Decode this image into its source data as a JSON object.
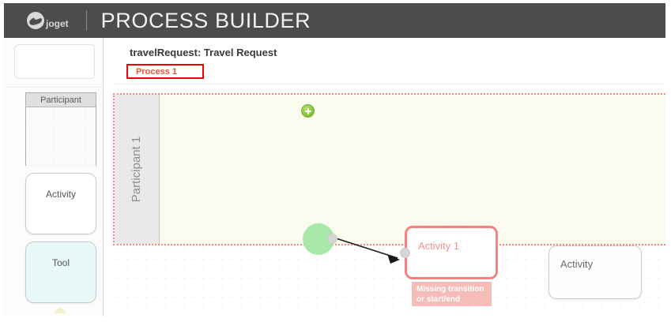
{
  "header": {
    "brand_word": "joget",
    "brand_icon": "joget-circle-logo-icon",
    "app_title": "PROCESS BUILDER"
  },
  "sidebar": {
    "items": [
      {
        "label": "",
        "name": "palette-blank"
      },
      {
        "label": "Participant",
        "name": "palette-participant"
      },
      {
        "label": "Activity",
        "name": "palette-activity"
      },
      {
        "label": "Tool",
        "name": "palette-tool"
      }
    ],
    "collapse_icon": "chevron-up-icon"
  },
  "main": {
    "doc_title": "travelRequest: Travel Request",
    "process_tab_label": "Process 1",
    "add_process_icon": "plus-circle-icon"
  },
  "canvas": {
    "lane_label": "Participant 1",
    "nodes": {
      "start": {
        "name": "start-event",
        "label": ""
      },
      "activity1": {
        "label": "Activity 1"
      },
      "ghost_activity": {
        "label": "Activity"
      }
    },
    "error_badge": {
      "line1": "Missing transition",
      "line2": "or start/end"
    }
  },
  "colors": {
    "header_bg": "#4c4c4c",
    "accent_red": "#f00000",
    "tab_text": "#e8543b",
    "add_green": "#8cc63f",
    "start_green": "#a8e8a8",
    "error_border": "#f2837e",
    "error_badge_bg": "#f6bcb8",
    "pool_bg": "#fcfbf0",
    "tool_bg": "#e9f8f8"
  }
}
